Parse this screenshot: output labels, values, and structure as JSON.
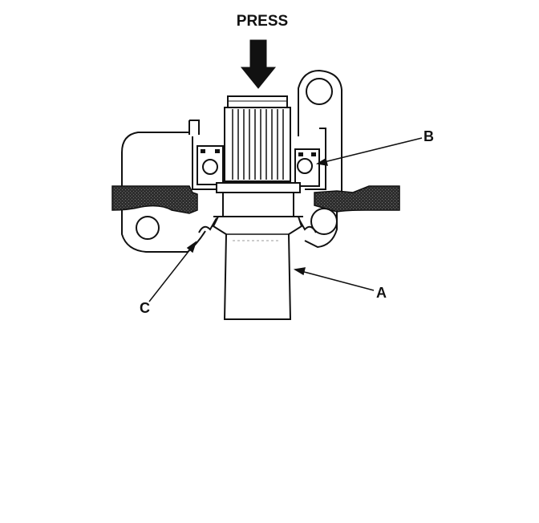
{
  "labels": {
    "press": "PRESS",
    "a": "A",
    "b": "B",
    "c": "C"
  },
  "colors": {
    "ink": "#111111",
    "hatch": "#3a3a3a",
    "background": "#ffffff"
  }
}
